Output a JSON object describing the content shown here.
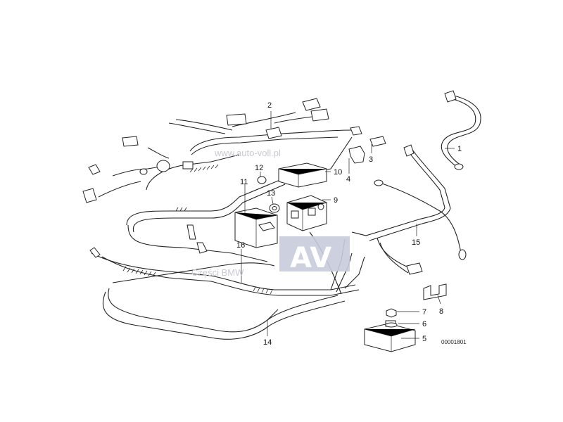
{
  "watermark": {
    "url": "www.auto-voll.pl",
    "caption": "Części BMW",
    "logo": "AV"
  },
  "drawing_code": "00001801",
  "callouts": [
    {
      "id": "c1",
      "label": "1"
    },
    {
      "id": "c2",
      "label": "2"
    },
    {
      "id": "c3",
      "label": "3"
    },
    {
      "id": "c4",
      "label": "4"
    },
    {
      "id": "c5",
      "label": "5"
    },
    {
      "id": "c6",
      "label": "6"
    },
    {
      "id": "c7",
      "label": "7"
    },
    {
      "id": "c8",
      "label": "8"
    },
    {
      "id": "c9",
      "label": "9"
    },
    {
      "id": "c10",
      "label": "10"
    },
    {
      "id": "c11",
      "label": "11"
    },
    {
      "id": "c12",
      "label": "12"
    },
    {
      "id": "c13",
      "label": "13"
    },
    {
      "id": "c14",
      "label": "14"
    },
    {
      "id": "c15",
      "label": "15"
    },
    {
      "id": "c16",
      "label": "16"
    }
  ]
}
